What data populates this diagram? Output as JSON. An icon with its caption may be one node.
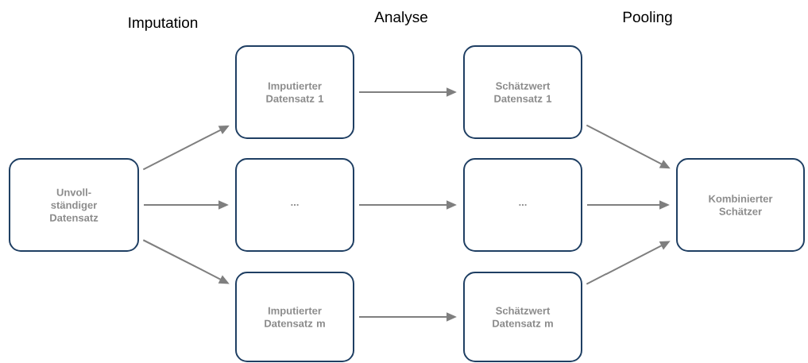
{
  "diagram": {
    "nodes": [
      {
        "text": [
          "Unvoll- ständiger Datensatz"
        ]
      },
      {
        "text": [
          "Imputierter Datensatz 1"
        ]
      },
      {
        "text": [
          "..."
        ]
      },
      {
        "text": [
          "Imputierter Datensatz m"
        ]
      },
      {
        "text": [
          "Schätzwert Datensatz 1"
        ]
      },
      {
        "text": [
          "..."
        ]
      },
      {
        "text": [
          "Schätzwert Datensatz m"
        ]
      },
      {
        "text": [
          "Kombinierter Schätzer"
        ]
      }
    ],
    "edges": [
      {
        "from": 0,
        "to": 1,
        "arrow": "to"
      },
      {
        "from": 0,
        "to": 2,
        "arrow": "to"
      },
      {
        "from": 0,
        "to": 3,
        "arrow": "to"
      },
      {
        "from": 1,
        "to": 4,
        "arrow": "to"
      },
      {
        "from": 2,
        "to": 5,
        "arrow": "to"
      },
      {
        "from": 3,
        "to": 6,
        "arrow": "to"
      },
      {
        "from": 4,
        "to": 7,
        "arrow": "to"
      },
      {
        "from": 5,
        "to": 7,
        "arrow": "to"
      },
      {
        "from": 6,
        "to": 7,
        "arrow": "to"
      }
    ],
    "labels": [
      "Imputation",
      "Analyse",
      "Pooling"
    ]
  }
}
